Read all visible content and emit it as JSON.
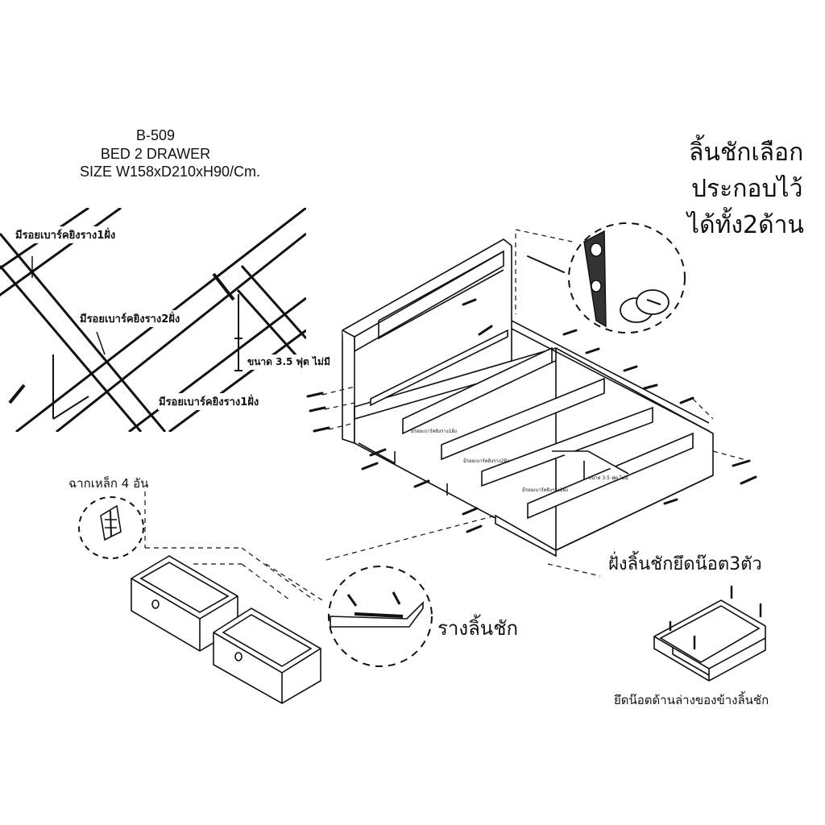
{
  "header": {
    "model": "B-509",
    "product": "BED 2 DRAWER",
    "size": "SIZE W158xD210xH90/Cm."
  },
  "notes": {
    "reversible_line1": "ลิ้นชักเลือก",
    "reversible_line2": "ประกอบไว้",
    "reversible_line3": "ได้ทั้ง2ด้าน",
    "steel_brackets": "ฉากเหล็ก 4 อัน",
    "rail_label": "รางลิ้นชัก",
    "drawer_side_screws": "ฝั่งลิ้นชักยึดน๊อต3ตัว",
    "drawer_bottom_screws": "ยึดน๊อตด้านล่างของข้างลิ้นชัก"
  },
  "detail_view": {
    "label_groove_one_side_top": "มีรอยเบาร์คยิงราง1ฝั่ง",
    "label_groove_two_sides": "มีรอยเบาร์คยิงราง2ฝั่ง",
    "label_groove_one_side_bottom": "มีรอยเบาร์คยิงราง1ฝั่ง",
    "label_screw_size": "ขนาด 3.5 ฟุต ไม่มี"
  },
  "bed_labels": {
    "slot_one_side": "มีรอยเบาร์คยิงราง1ฝั่ง",
    "slot_two_sides": "มีรอยเบาร์คยิงราง2ฝั่ง",
    "slot_one_side_b": "มีรอยเบาร์คยิงราง1ฝั่ง",
    "size_note": "ขนาด 3.5 ฟุต ไม่มี"
  }
}
